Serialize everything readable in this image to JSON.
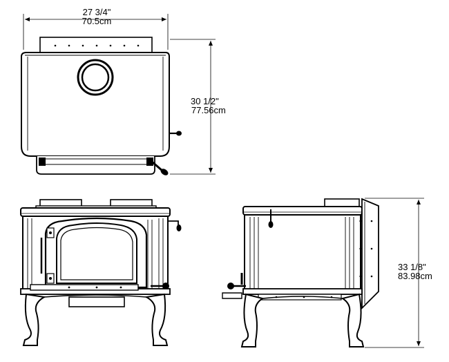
{
  "dimensions": {
    "width": {
      "imperial": "27 3/4\"",
      "metric": "70.5cm"
    },
    "depth": {
      "imperial": "30 1/2\"",
      "metric": "77.56cm"
    },
    "height": {
      "imperial": "33 1/8\"",
      "metric": "83.98cm"
    }
  }
}
